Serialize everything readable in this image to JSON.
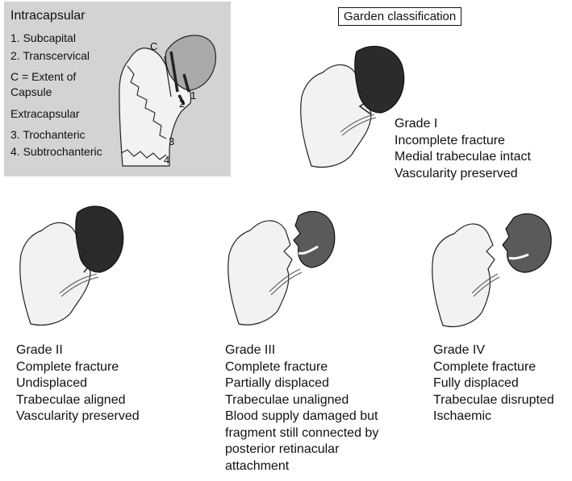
{
  "inset": {
    "title": "Intracapsular",
    "items": [
      "1. Subcapital",
      "2. Transcervical",
      "C = Extent of",
      "Capsule",
      "Extracapsular",
      "3. Trochanteric",
      "4. Subtrochanteric"
    ],
    "markers": {
      "c": "C",
      "one": "1",
      "two": "2",
      "three": "3",
      "four": "4"
    }
  },
  "title": "Garden classification",
  "grades": [
    {
      "name": "Grade I",
      "lines": [
        "Incomplete fracture",
        "Medial trabeculae intact",
        "Vascularity preserved"
      ]
    },
    {
      "name": "Grade II",
      "lines": [
        "Complete fracture",
        "Undisplaced",
        "Trabeculae aligned",
        "Vascularity preserved"
      ]
    },
    {
      "name": "Grade III",
      "lines": [
        "Complete fracture",
        "Partially displaced",
        "Trabeculae unaligned",
        "Blood supply damaged but",
        "fragment still connected by",
        "posterior retinacular",
        "attachment"
      ]
    },
    {
      "name": "Grade IV",
      "lines": [
        "Complete fracture",
        "Fully displaced",
        "Trabeculae disrupted",
        "Ischaemic"
      ]
    }
  ],
  "colors": {
    "panel": "#d3d3d3",
    "bone": "#f2f2f2",
    "head_dark": "#2b2b2b",
    "head_mid": "#5a5a5a",
    "head_inset": "#a9a9a9"
  }
}
